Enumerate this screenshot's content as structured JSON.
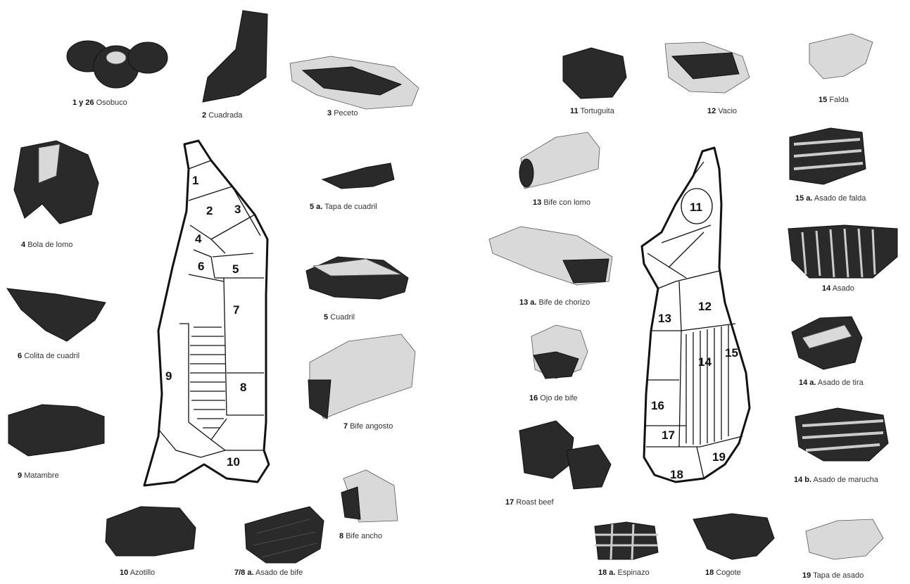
{
  "colors": {
    "meat": "#2a2a2a",
    "fat": "#d9d9d9",
    "ink": "#111111"
  },
  "left_diagram_labels": [
    "1",
    "2",
    "3",
    "4",
    "5",
    "6",
    "7",
    "8",
    "9",
    "10"
  ],
  "right_diagram_labels": [
    "11",
    "12",
    "13",
    "14",
    "15",
    "16",
    "17",
    "18",
    "19"
  ],
  "captions": {
    "osobuco": {
      "num": "1 y 26",
      "name": "Osobuco"
    },
    "cuadrada": {
      "num": "2",
      "name": "Cuadrada"
    },
    "peceto": {
      "num": "3",
      "name": "Peceto"
    },
    "bola_de_lomo": {
      "num": "4",
      "name": "Bola de lomo"
    },
    "tapa_de_cuadril": {
      "num": "5 a.",
      "name": "Tapa de cuadril"
    },
    "cuadril": {
      "num": "5",
      "name": "Cuadril"
    },
    "colita_de_cuadril": {
      "num": "6",
      "name": "Colita de cuadril"
    },
    "bife_angosto": {
      "num": "7",
      "name": "Bife angosto"
    },
    "matambre": {
      "num": "9",
      "name": "Matambre"
    },
    "bife_ancho": {
      "num": "8",
      "name": "Bife ancho"
    },
    "azotillo": {
      "num": "10",
      "name": "Azotillo"
    },
    "asado_de_bife": {
      "num": "7/8 a.",
      "name": "Asado de bife"
    },
    "tortuguita": {
      "num": "11",
      "name": "Tortuguita"
    },
    "vacio": {
      "num": "12",
      "name": "Vacio"
    },
    "falda": {
      "num": "15",
      "name": "Falda"
    },
    "bife_con_lomo": {
      "num": "13",
      "name": "Bife con lomo"
    },
    "asado_de_falda": {
      "num": "15 a.",
      "name": "Asado de falda"
    },
    "bife_de_chorizo": {
      "num": "13 a.",
      "name": "Bife de chorizo"
    },
    "asado": {
      "num": "14",
      "name": "Asado"
    },
    "ojo_de_bife": {
      "num": "16",
      "name": "Ojo de bife"
    },
    "asado_de_tira": {
      "num": "14 a.",
      "name": "Asado de tira"
    },
    "roast_beef": {
      "num": "17",
      "name": "Roast beef"
    },
    "asado_de_marucha": {
      "num": "14 b.",
      "name": "Asado de marucha"
    },
    "espinazo": {
      "num": "18 a.",
      "name": "Espinazo"
    },
    "cogote": {
      "num": "18",
      "name": "Cogote"
    },
    "tapa_de_asado": {
      "num": "19",
      "name": "Tapa de asado"
    }
  }
}
